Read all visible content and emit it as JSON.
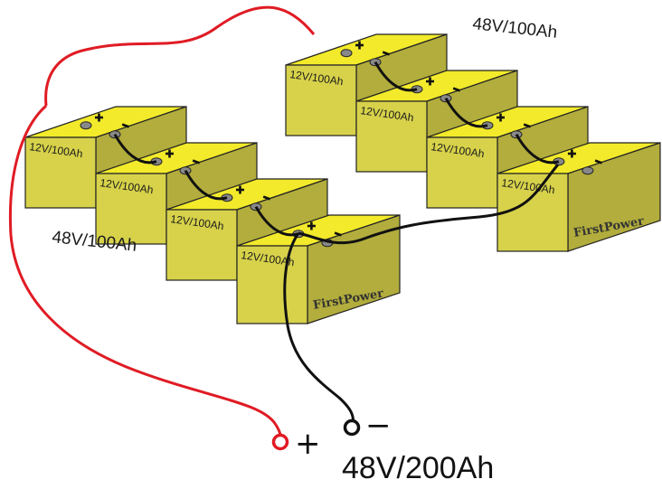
{
  "colors": {
    "battery_top": "#f2ea2a",
    "battery_front": "#d7d24a",
    "battery_side": "#b2ad3c",
    "positive_wire": "#e01b24",
    "negative_wire": "#111111"
  },
  "bank_left": {
    "label": "48V/100Ah",
    "cells": [
      {
        "label": "12V/100Ah"
      },
      {
        "label": "12V/100Ah"
      },
      {
        "label": "12V/100Ah"
      },
      {
        "label": "12V/100Ah",
        "brand": "FirstPower"
      }
    ]
  },
  "bank_right": {
    "label": "48V/100Ah",
    "cells": [
      {
        "label": "12V/100Ah"
      },
      {
        "label": "12V/100Ah"
      },
      {
        "label": "12V/100Ah"
      },
      {
        "label": "12V/100Ah",
        "brand": "FirstPower"
      }
    ]
  },
  "output": {
    "positive_symbol": "+",
    "negative_symbol": "−",
    "label": "48V/200Ah"
  }
}
